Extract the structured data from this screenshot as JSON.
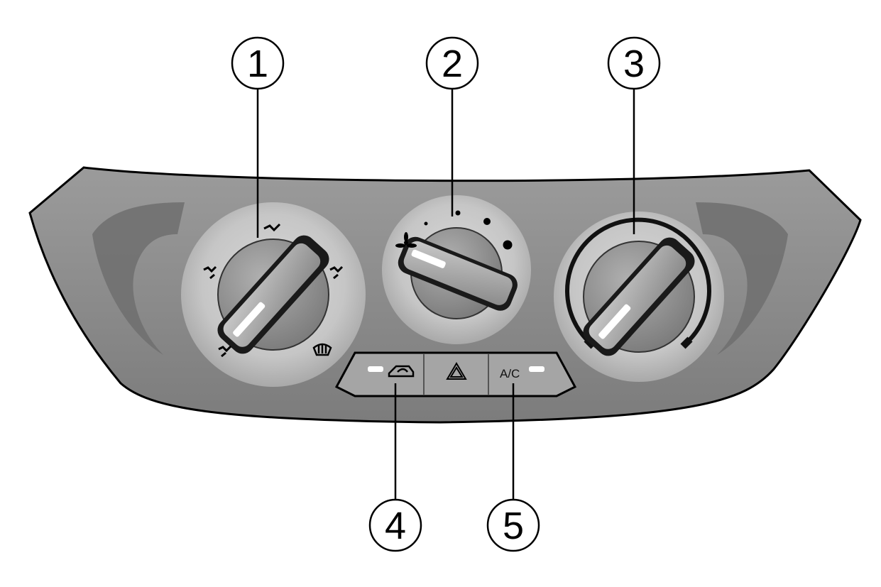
{
  "callouts": {
    "c1": "1",
    "c2": "2",
    "c3": "3",
    "c4": "4",
    "c5": "5"
  },
  "buttons": {
    "ac_label": "A/C"
  },
  "icons": {
    "recirculation": "recirculation-icon",
    "hazard": "hazard-triangle-icon",
    "fan": "fan-icon",
    "defrost": "rear-defrost-icon",
    "face_vent": "face-vent-icon",
    "floor_vent": "floor-vent-icon"
  },
  "colors": {
    "panel": "#8f8f8f",
    "panel_dark": "#6d6d6d",
    "knob_face": "#9a9a9a",
    "knob_ring": "#cfcfcf",
    "indicator": "#ffffff",
    "outline": "#000000"
  }
}
